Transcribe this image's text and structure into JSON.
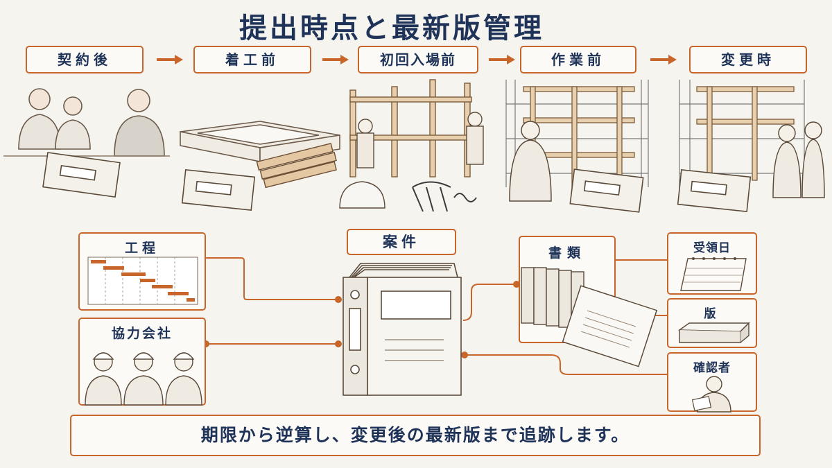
{
  "title": "提出時点と最新版管理",
  "steps": [
    "契約後",
    "着工前",
    "初回入場前",
    "作業前",
    "変更時"
  ],
  "hub": {
    "label": "案件"
  },
  "left_panels": {
    "schedule": "工程",
    "contractors": "協力会社"
  },
  "right_panels": {
    "documents": "書類",
    "received_date": "受領日",
    "version": "版",
    "confirmer": "確認者"
  },
  "footer": "期限から逆算し、変更後の最新版まで追跡します。",
  "colors": {
    "accent": "#c8652a",
    "navy": "#1f3358",
    "background": "#f6f4ef",
    "line_art": "#8a6a4f"
  }
}
